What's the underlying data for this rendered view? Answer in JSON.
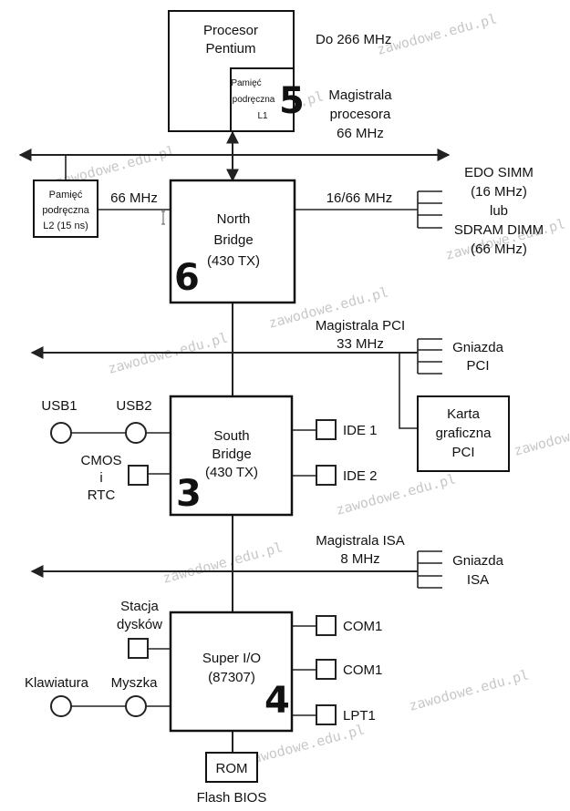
{
  "cpu": {
    "line1": "Procesor",
    "line2": "Pentium",
    "freq": "Do 266 MHz"
  },
  "l1": {
    "line1": "Pamięć",
    "line2": "podręczna",
    "line3": "L1",
    "num": "5"
  },
  "cpu_bus": {
    "line1": "Magistrala",
    "line2": "procesora",
    "line3": "66 MHz"
  },
  "l2": {
    "line1": "Pamięć",
    "line2": "podręczna",
    "line3": "L2 (15 ns)",
    "freq": "66 MHz"
  },
  "north": {
    "line1": "North",
    "line2": "Bridge",
    "line3": "(430 TX)",
    "num": "6"
  },
  "mem": {
    "freq": "16/66 MHz",
    "line1": "EDO SIMM",
    "line2": "(16 MHz)",
    "line3": "lub",
    "line4": "SDRAM DIMM",
    "line5": "(66 MHz)"
  },
  "pci_bus": {
    "line1": "Magistrala PCI",
    "line2": "33 MHz"
  },
  "pci_slots": {
    "line1": "Gniazda",
    "line2": "PCI"
  },
  "gpu": {
    "line1": "Karta",
    "line2": "graficzna",
    "line3": "PCI"
  },
  "south": {
    "line1": "South",
    "line2": "Bridge",
    "line3": "(430 TX)",
    "num": "3"
  },
  "usb1": "USB1",
  "usb2": "USB2",
  "cmos": {
    "line1": "CMOS",
    "line2": "i",
    "line3": "RTC"
  },
  "ide1": "IDE 1",
  "ide2": "IDE 2",
  "isa_bus": {
    "line1": "Magistrala ISA",
    "line2": "8 MHz"
  },
  "isa_slots": {
    "line1": "Gniazda",
    "line2": "ISA"
  },
  "superio": {
    "line1": "Super I/O",
    "line2": "(87307)",
    "num": "4"
  },
  "floppy": {
    "line1": "Stacja",
    "line2": "dysków"
  },
  "keyboard": "Klawiatura",
  "mouse": "Myszka",
  "com_a": "COM1",
  "com_b": "COM1",
  "lpt": "LPT1",
  "rom": {
    "label": "ROM",
    "caption": "Flash BIOS"
  },
  "watermark": "zawodowe.edu.pl"
}
